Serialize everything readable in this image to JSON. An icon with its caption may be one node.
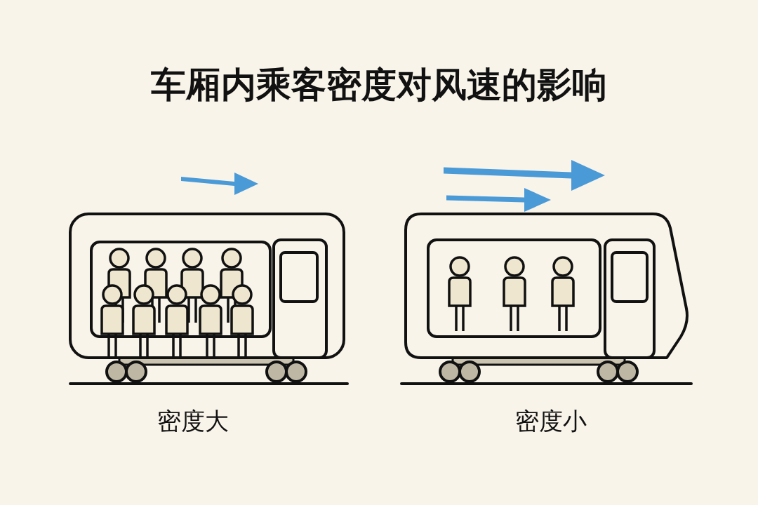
{
  "diagram": {
    "title": "车厢内乘客密度对风速的影响",
    "labels": [
      "密度大",
      "密度小"
    ]
  }
}
